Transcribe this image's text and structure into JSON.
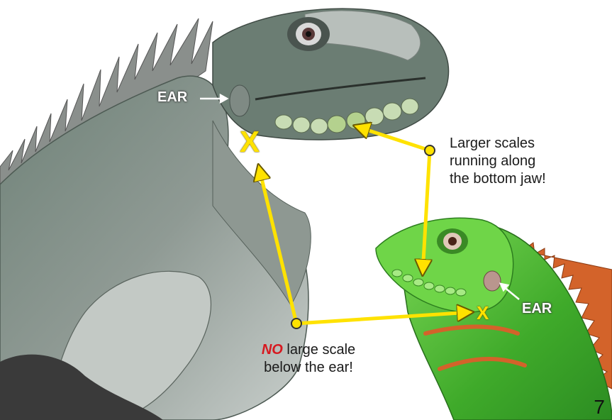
{
  "annotations": {
    "ear_left": "EAR",
    "ear_right": "EAR",
    "x_left": "X",
    "x_right": "X",
    "jaw_note": [
      "Larger scales",
      "running along",
      "the bottom jaw!"
    ],
    "no_scale_emphasis": "NO",
    "no_scale_rest": "large scale",
    "no_scale_line2": "below the ear!"
  },
  "page_number": "7",
  "colors": {
    "arrow": "#ffe200",
    "arrow_outline": "#6a5a00",
    "emphasis": "#d71920",
    "grey_iguana": "#5e7066",
    "green_iguana": "#4fbf2d",
    "iguana_crest": "#d3632a"
  },
  "icons": {
    "connector": "yellow-arrow-connector",
    "ear_pointer": "white-arrow-icon"
  }
}
